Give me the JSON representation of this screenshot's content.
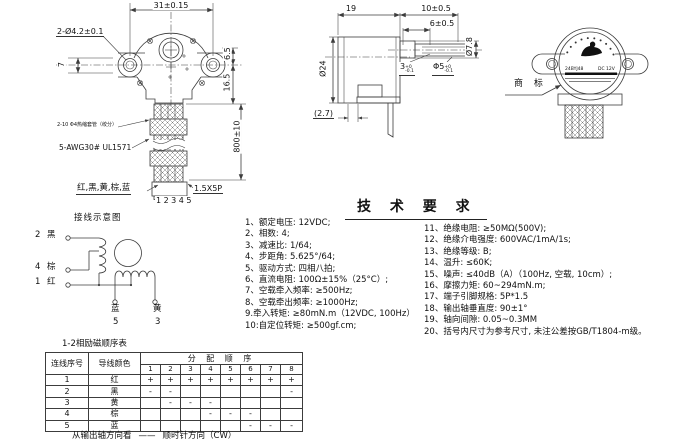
{
  "front_view": {
    "dim_width": "31±0.15",
    "holes_note": "2-Ø4.2±0.1",
    "dim_7": "7",
    "dim_6_5": "6.5",
    "dim_16_5": "16.5",
    "dim_wire_length": "800±10",
    "sleeve_note": "2-10 Φ4热缩套管（绞分）",
    "wire_note": "5-AWG30# UL1571",
    "wire_colors": "红,黑,黄,棕,蓝",
    "connector": "1.5X5P",
    "pins": "12345"
  },
  "side_view": {
    "dim_depth": "19",
    "dim_shaft_len": "10±0.5",
    "dim_flat": "6±0.5",
    "dim_body_dia": "Ø24",
    "dim_boss_dia": "Ø7.8",
    "dim_step": "3",
    "dim_step_up": "+0",
    "dim_step_dn": "-0.1",
    "dim_shaft_dia": "Φ5",
    "dim_shaft_up": "+0",
    "dim_shaft_dn": "-0.1",
    "dim_ref": "(2.7)"
  },
  "label_view": {
    "callout": "商 标",
    "model": "24BYJ48",
    "voltage": "DC 12V"
  },
  "wiring": {
    "title": "接线示意图",
    "terminals": [
      {
        "num": "2",
        "color": "黑"
      },
      {
        "num": "4",
        "color": "棕"
      },
      {
        "num": "1",
        "color": "红"
      },
      {
        "num": "5",
        "color": "蓝"
      },
      {
        "num": "3",
        "color": "黄"
      }
    ]
  },
  "tech": {
    "title": "技 术 要 求",
    "left": [
      "1、额定电压: 12VDC;",
      "2、相数: 4;",
      "3、减速比: 1/64;",
      "4、步距角: 5.625°/64;",
      "5、驱动方式: 四相八拍;",
      "6、直流电阻: 100Ω±15%（25°C）;",
      "7、空载牵入频率: ≥500Hz;",
      "8、空载牵出频率: ≥1000Hz;",
      "9.牵入转矩: ≥80mN.m（12VDC, 100Hz）",
      "10:自定位转矩: ≥500gf.cm;"
    ],
    "right": [
      "11、绝缘电阻: ≥50MΩ(500V);",
      "12、绝缘介电强度: 600VAC/1mA/1s;",
      "13、绝缘等级: B;",
      "14、温升: ≤60K;",
      "15、噪声: ≤40dB（A）（100Hz, 空载, 10cm）;",
      "16、摩擦力矩: 60~294mN.m;",
      "17、端子引脚规格: 5P*1.5",
      "18、输出轴垂直度: 90±1°",
      "19、轴向间隙: 0.05~0.3MM",
      "20、括号内尺寸为参考尺寸, 未注公差按GB/T1804-m级。"
    ]
  },
  "sequence_table": {
    "title": "1-2相励磁顺序表",
    "col_no": "连线序号",
    "col_color": "导线颜色",
    "col_seq": "分 配 顺 序",
    "steps": [
      "1",
      "2",
      "3",
      "4",
      "5",
      "6",
      "7",
      "8"
    ],
    "rows": [
      {
        "num": "1",
        "color": "红",
        "cells": [
          "+",
          "+",
          "+",
          "+",
          "+",
          "+",
          "+",
          "+"
        ]
      },
      {
        "num": "2",
        "color": "黑",
        "cells": [
          "-",
          "-",
          "",
          "",
          "",
          "",
          "",
          "-"
        ]
      },
      {
        "num": "3",
        "color": "黄",
        "cells": [
          "",
          "-",
          "-",
          "-",
          "",
          "",
          "",
          ""
        ]
      },
      {
        "num": "4",
        "color": "棕",
        "cells": [
          "",
          "",
          "",
          "-",
          "-",
          "-",
          "",
          ""
        ]
      },
      {
        "num": "5",
        "color": "蓝",
        "cells": [
          "",
          "",
          "",
          "",
          "",
          "-",
          "-",
          "-"
        ]
      }
    ],
    "footer_view": "从输出轴方向看",
    "footer_dash": "——",
    "footer_dir": "顺时针方向（CW）"
  }
}
